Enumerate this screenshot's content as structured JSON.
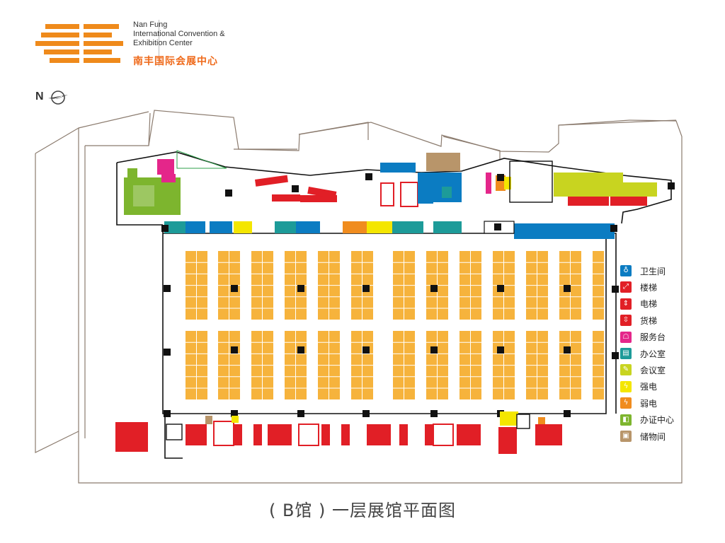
{
  "header": {
    "logo_en_line1": "Nan Fung",
    "logo_en_line2": "International Convention &",
    "logo_en_line3": "Exhibition Center",
    "logo_cn": "南丰国际会展中心",
    "north_label": "N"
  },
  "colors": {
    "brand_orange": "#EF8A1B",
    "booth": "#F6B33C",
    "restroom": "#0B7CC2",
    "office": "#1D9B99",
    "meeting": "#C8D420",
    "high_voltage": "#F4E600",
    "low_voltage": "#F08C1E",
    "id_center": "#7DB52E",
    "storage": "#B8956A",
    "stairs": "#E11F26",
    "service": "#E4268A",
    "outline": "#8B7B6E"
  },
  "legend": [
    {
      "icon": "restroom-icon",
      "label": "卫生间",
      "color": "#0B7CC2"
    },
    {
      "icon": "stairs-icon",
      "label": "楼梯",
      "color": "#E11F26"
    },
    {
      "icon": "elevator-icon",
      "label": "电梯",
      "color": "#E11F26"
    },
    {
      "icon": "freight-elevator-icon",
      "label": "货梯",
      "color": "#E11F26"
    },
    {
      "icon": "service-desk-icon",
      "label": "服务台",
      "color": "#E4268A"
    },
    {
      "icon": "office-icon",
      "label": "办公室",
      "color": "#1D9B99"
    },
    {
      "icon": "meeting-room-icon",
      "label": "会议室",
      "color": "#C8D420"
    },
    {
      "icon": "high-voltage-icon",
      "label": "强电",
      "color": "#F4E600"
    },
    {
      "icon": "low-voltage-icon",
      "label": "弱电",
      "color": "#F08C1E"
    },
    {
      "icon": "id-center-icon",
      "label": "办证中心",
      "color": "#7DB52E"
    },
    {
      "icon": "storage-icon",
      "label": "储物间",
      "color": "#B8956A"
    }
  ],
  "caption": "( B馆 ) 一层展馆平面图"
}
